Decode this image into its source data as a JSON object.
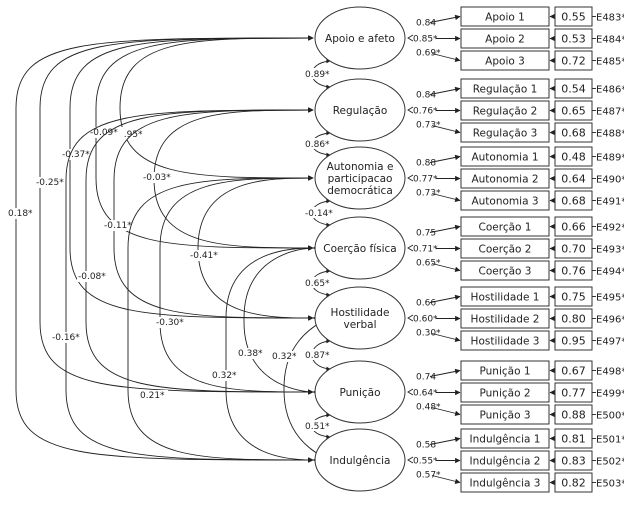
{
  "diagram": {
    "type": "confirmatory-factor-analysis",
    "factors": [
      {
        "id": "apoio",
        "label_lines": [
          "Apoio e afeto"
        ],
        "indicators": [
          {
            "label": "Apoio 1",
            "loading": "0.84",
            "residual": "0.55",
            "error": "E483*"
          },
          {
            "label": "Apoio 2",
            "loading": "0.85*",
            "residual": "0.53",
            "error": "E484*"
          },
          {
            "label": "Apoio 3",
            "loading": "0.69*",
            "residual": "0.72",
            "error": "E485*"
          }
        ]
      },
      {
        "id": "regulacao",
        "label_lines": [
          "Regulação"
        ],
        "indicators": [
          {
            "label": "Regulação 1",
            "loading": "0.84",
            "residual": "0.54",
            "error": "E486*"
          },
          {
            "label": "Regulação 2",
            "loading": "0.76*",
            "residual": "0.65",
            "error": "E487*"
          },
          {
            "label": "Regulação 3",
            "loading": "0.73*",
            "residual": "0.68",
            "error": "E488*"
          }
        ]
      },
      {
        "id": "autonomia",
        "label_lines": [
          "Autonomia e",
          "participacao",
          "democrática"
        ],
        "indicators": [
          {
            "label": "Autonomia 1",
            "loading": "0.88",
            "residual": "0.48",
            "error": "E489*"
          },
          {
            "label": "Autonomia 2",
            "loading": "0.77*",
            "residual": "0.64",
            "error": "E490*"
          },
          {
            "label": "Autonomia 3",
            "loading": "0.73*",
            "residual": "0.68",
            "error": "E491*"
          }
        ]
      },
      {
        "id": "coercao",
        "label_lines": [
          "Coerção física"
        ],
        "indicators": [
          {
            "label": "Coerção 1",
            "loading": "0.75",
            "residual": "0.66",
            "error": "E492*"
          },
          {
            "label": "Coerção 2",
            "loading": "0.71*",
            "residual": "0.70",
            "error": "E493*"
          },
          {
            "label": "Coerção 3",
            "loading": "0.65*",
            "residual": "0.76",
            "error": "E494*"
          }
        ]
      },
      {
        "id": "hostilidade",
        "label_lines": [
          "Hostilidade",
          "verbal"
        ],
        "indicators": [
          {
            "label": "Hostilidade 1",
            "loading": "0.66",
            "residual": "0.75",
            "error": "E495*"
          },
          {
            "label": "Hostilidade 2",
            "loading": "0.60*",
            "residual": "0.80",
            "error": "E496*"
          },
          {
            "label": "Hostilidade 3",
            "loading": "0.30*",
            "residual": "0.95",
            "error": "E497*"
          }
        ]
      },
      {
        "id": "punicao",
        "label_lines": [
          "Punição"
        ],
        "indicators": [
          {
            "label": "Punição 1",
            "loading": "0.74",
            "residual": "0.67",
            "error": "E498*"
          },
          {
            "label": "Punição 2",
            "loading": "0.64*",
            "residual": "0.77",
            "error": "E499*"
          },
          {
            "label": "Punição 3",
            "loading": "0.48*",
            "residual": "0.88",
            "error": "E500*"
          }
        ]
      },
      {
        "id": "indulgencia",
        "label_lines": [
          "Indulgência"
        ],
        "indicators": [
          {
            "label": "Indulgência 1",
            "loading": "0.58",
            "residual": "0.81",
            "error": "E501*"
          },
          {
            "label": "Indulgência 2",
            "loading": "0.55*",
            "residual": "0.83",
            "error": "E502*"
          },
          {
            "label": "Indulgência 3",
            "loading": "0.57*",
            "residual": "0.82",
            "error": "E503*"
          }
        ]
      }
    ],
    "adjacent_correlations": [
      {
        "from": "apoio",
        "to": "regulacao",
        "value": "0.89*"
      },
      {
        "from": "regulacao",
        "to": "autonomia",
        "value": "0.86*"
      },
      {
        "from": "autonomia",
        "to": "coercao",
        "value": "-0.14*"
      },
      {
        "from": "coercao",
        "to": "hostilidade",
        "value": "0.65*"
      },
      {
        "from": "hostilidade",
        "to": "punicao",
        "value": "0.87*"
      },
      {
        "from": "punicao",
        "to": "indulgencia",
        "value": "0.51*"
      }
    ],
    "long_correlations": [
      {
        "from": "apoio",
        "to": "autonomia",
        "value": "0.95*"
      },
      {
        "from": "apoio",
        "to": "coercao",
        "value": "-0.09*"
      },
      {
        "from": "apoio",
        "to": "hostilidade",
        "value": "-0.37*"
      },
      {
        "from": "apoio",
        "to": "punicao",
        "value": "-0.25*"
      },
      {
        "from": "apoio",
        "to": "indulgencia",
        "value": "0.18*"
      },
      {
        "from": "regulacao",
        "to": "coercao",
        "value": "-0.03*"
      },
      {
        "from": "regulacao",
        "to": "hostilidade",
        "value": "-0.11*"
      },
      {
        "from": "regulacao",
        "to": "punicao",
        "value": "-0.08*"
      },
      {
        "from": "regulacao",
        "to": "indulgencia",
        "value": "-0.16*"
      },
      {
        "from": "autonomia",
        "to": "hostilidade",
        "value": "-0.41*"
      },
      {
        "from": "autonomia",
        "to": "punicao",
        "value": "-0.30*"
      },
      {
        "from": "autonomia",
        "to": "indulgencia",
        "value": "0.21*"
      },
      {
        "from": "coercao",
        "to": "punicao",
        "value": "0.38*"
      },
      {
        "from": "coercao",
        "to": "indulgencia",
        "value": "0.32*"
      },
      {
        "from": "hostilidade",
        "to": "indulgencia",
        "value": "0.32*"
      }
    ]
  }
}
